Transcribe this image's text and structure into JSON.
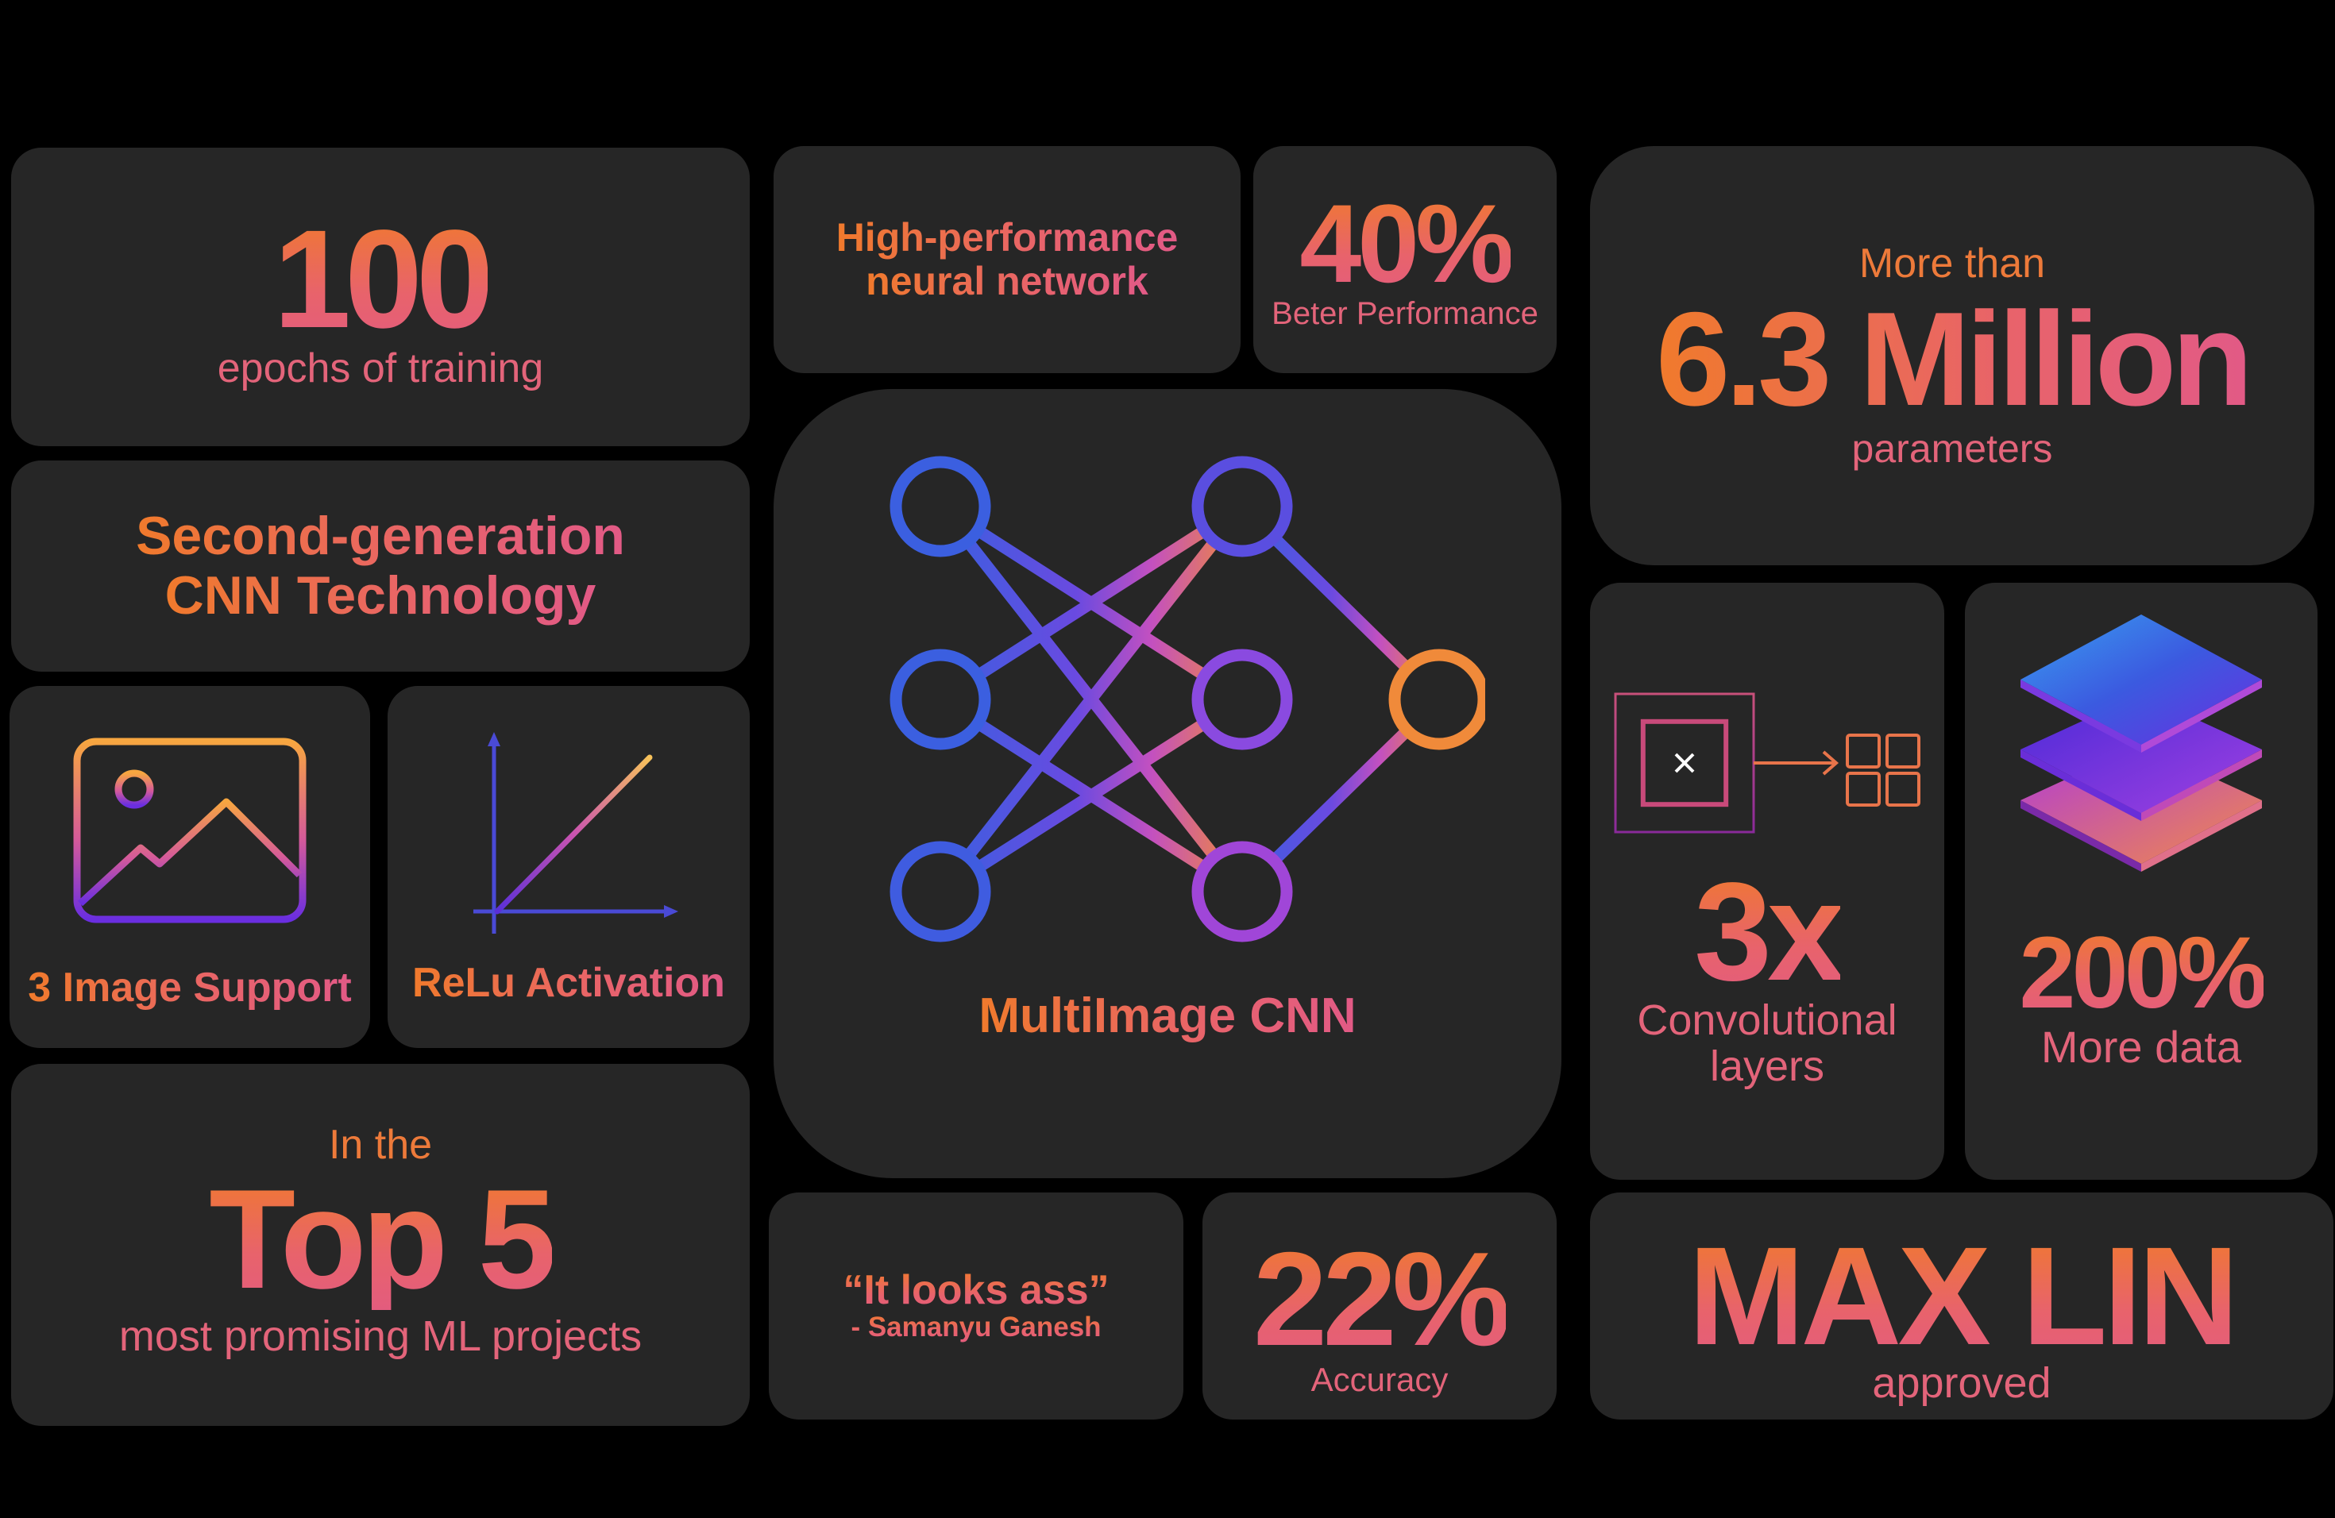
{
  "epochs": {
    "value": "100",
    "label": "epochs of training"
  },
  "network": {
    "line1": "High-performance",
    "line2": "neural network"
  },
  "performance": {
    "value": "40%",
    "label": "Beter Performance"
  },
  "params": {
    "prefix": "More than",
    "value": "6.3 Million",
    "label": "parameters"
  },
  "cnn_tech": {
    "line1": "Second-generation",
    "line2": "CNN Technology"
  },
  "image_support": {
    "label": "3 Image Support"
  },
  "relu": {
    "label": "ReLu Activation"
  },
  "multiimage": {
    "label": "MultiImage CNN"
  },
  "conv": {
    "value": "3x",
    "line1": "Convolutional",
    "line2": "layers"
  },
  "data_more": {
    "value": "200%",
    "label": "More data"
  },
  "top5": {
    "prefix": "In the",
    "value": "Top 5",
    "label": "most promising ML projects"
  },
  "quote": {
    "text": "“It looks ass”",
    "author": "- Samanyu Ganesh"
  },
  "accuracy": {
    "value": "22%",
    "label": "Accuracy"
  },
  "maxlin": {
    "value": "MAX LIN",
    "label": "approved"
  },
  "colors": {
    "background": "#000000",
    "card": "#262626",
    "orange": "#f07a2c",
    "pink": "#e3647a",
    "blue": "#3b5bdb",
    "purple": "#a545e6"
  },
  "icons": [
    "image-icon",
    "relu-graph-icon",
    "neural-network-icon",
    "convolution-icon",
    "layers-icon"
  ]
}
